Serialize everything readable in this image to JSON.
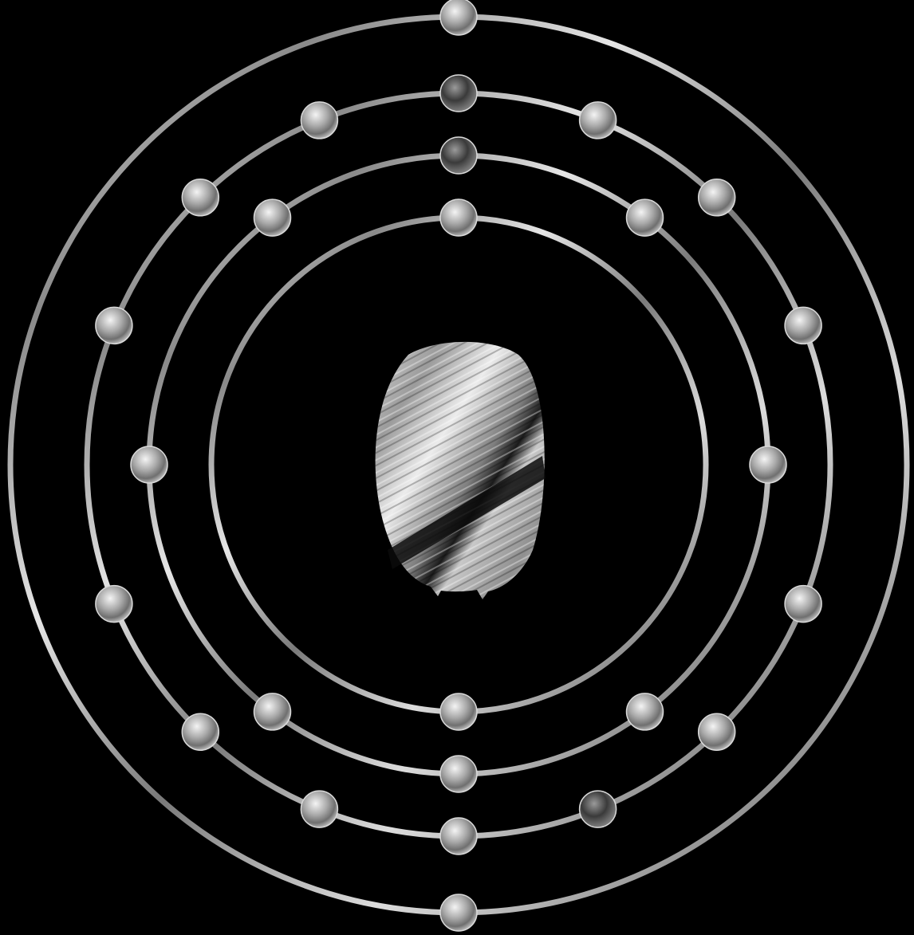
{
  "diagram": {
    "type": "bohr-model",
    "background_color": "#000000",
    "shell_color": "#c9c9c9",
    "electron_color": "#b8b8b8",
    "nucleus_texture": "marbled-grey",
    "shells": [
      {
        "shell": 1,
        "electrons": 2
      },
      {
        "shell": 2,
        "electrons": 8
      },
      {
        "shell": 3,
        "electrons": 14
      },
      {
        "shell": 4,
        "electrons": 2
      }
    ]
  }
}
